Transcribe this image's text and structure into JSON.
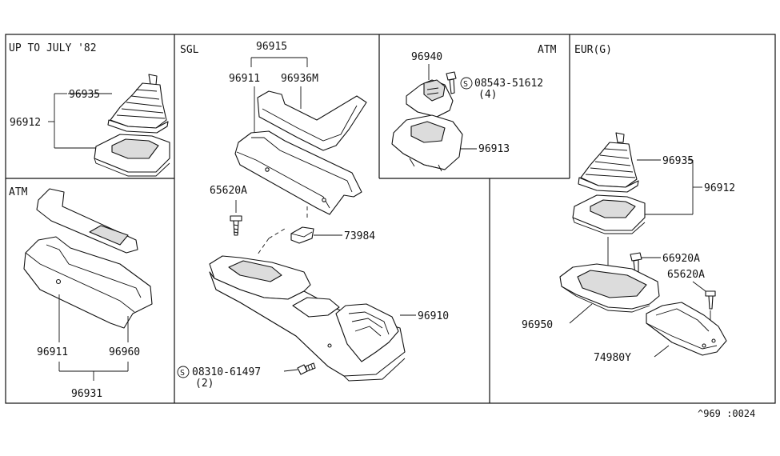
{
  "panels": {
    "up_to_july": {
      "title": "UP TO JULY '82",
      "labels": {
        "boot": "96935",
        "bezel": "96912"
      }
    },
    "atm_left": {
      "title": "ATM",
      "labels": {
        "console": "96911",
        "plate": "96960",
        "assembly": "96931"
      }
    },
    "sgl": {
      "title": "SGL",
      "labels": {
        "group": "96915",
        "upper_console": "96911",
        "mat": "96936M",
        "clip": "65620A",
        "cap": "73984",
        "console": "96910",
        "screw_part": "08310-61497",
        "screw_qty": "(2)",
        "screw_symbol": "S"
      }
    },
    "atm_top": {
      "title": "ATM",
      "labels": {
        "indicator": "96940",
        "screw_part": "08543-51612",
        "screw_qty": "(4)",
        "screw_symbol": "S",
        "finisher": "96913"
      }
    },
    "eur": {
      "title": "EUR(G)",
      "labels": {
        "boot": "96935",
        "bezel": "96912",
        "clip1": "66920A",
        "clip2": "65620A",
        "console": "96950",
        "bracket": "74980Y"
      }
    }
  },
  "footer": {
    "code": "^969 :0024"
  }
}
